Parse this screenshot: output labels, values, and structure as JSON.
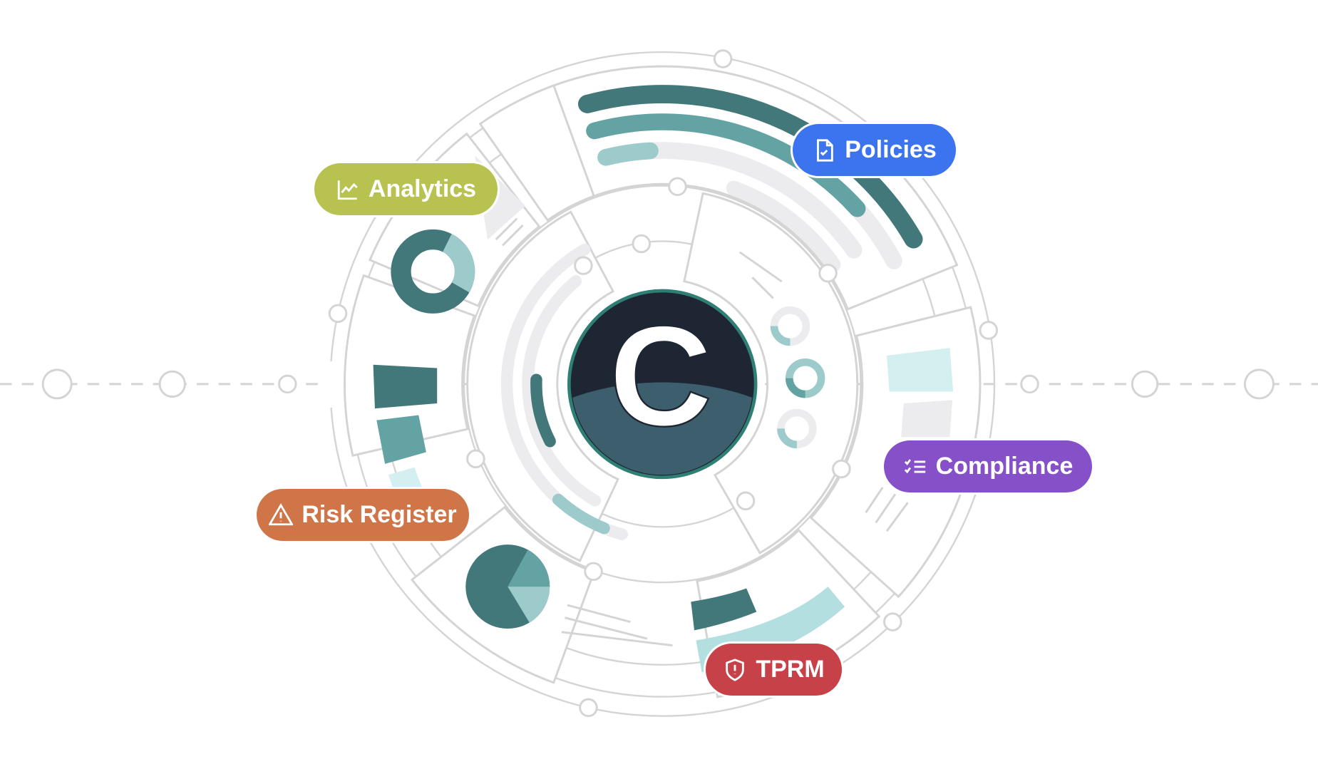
{
  "labels": {
    "analytics": "Analytics",
    "policies": "Policies",
    "compliance": "Compliance",
    "risk_register": "Risk Register",
    "tprm": "TPRM"
  },
  "center_logo_letter": "C",
  "colors": {
    "teal_dark": "#42787a",
    "teal_mid": "#64a3a3",
    "teal_light": "#9dcaca",
    "teal_pale": "#d4eff0",
    "grey_fill": "#ececee",
    "line": "#d4d4d4",
    "logo_bg": "#1d2632",
    "analytics": "#b7c250",
    "policies": "#3b74ee",
    "compliance": "#8650c9",
    "risk_register": "#cf7548",
    "tprm": "#c64148"
  }
}
